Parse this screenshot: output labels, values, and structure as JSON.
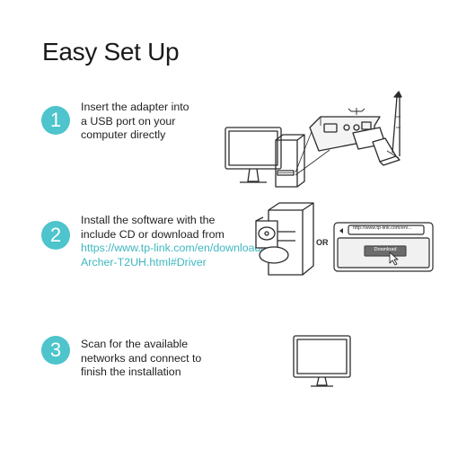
{
  "title": "Easy Set Up",
  "colors": {
    "accent": "#4ec4cc",
    "link": "#3fb8c1",
    "line": "#2b2b2b"
  },
  "steps": [
    {
      "number": "1",
      "lines": [
        "Insert the adapter into",
        "a USB port on your",
        "computer directly"
      ],
      "illustration": "computer-with-usb-adapter"
    },
    {
      "number": "2",
      "lines": [
        "Install the software with the",
        "include CD or download from"
      ],
      "link_lines": [
        "https://www.tp-link.com/en/download/",
        "Archer-T2UH.html#Driver"
      ],
      "or_label": "OR",
      "browser_url": "http://www.tp-link.com/en/...",
      "download_label": "Download",
      "illustration": "cd-and-browser-download"
    },
    {
      "number": "3",
      "lines": [
        "Scan for the available",
        "networks and connect to",
        "finish the installation"
      ],
      "illustration": "monitor"
    }
  ]
}
